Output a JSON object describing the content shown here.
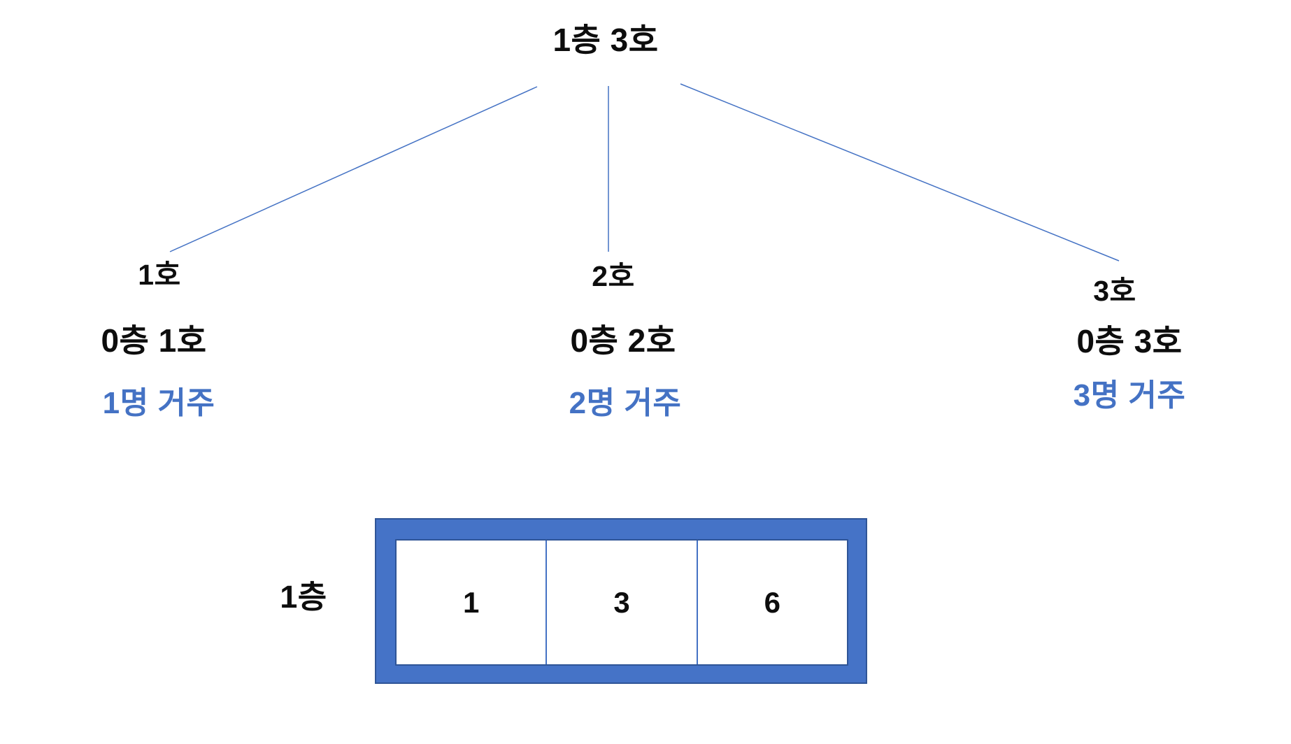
{
  "colors": {
    "accent_blue": "#4472C4",
    "frame_outline_blue": "#2F5597",
    "text_black": "#0D0D0D"
  },
  "tree": {
    "root_label": "1층 3호",
    "children": [
      {
        "unit_label": "1호",
        "floor_unit_label": "0층 1호",
        "occupancy_label": "1명 거주"
      },
      {
        "unit_label": "2호",
        "floor_unit_label": "0층 2호",
        "occupancy_label": "2명 거주"
      },
      {
        "unit_label": "3호",
        "floor_unit_label": "0층 3호",
        "occupancy_label": "3명 거주"
      }
    ]
  },
  "floor_diagram": {
    "floor_label": "1층",
    "cells": [
      "1",
      "3",
      "6"
    ]
  }
}
